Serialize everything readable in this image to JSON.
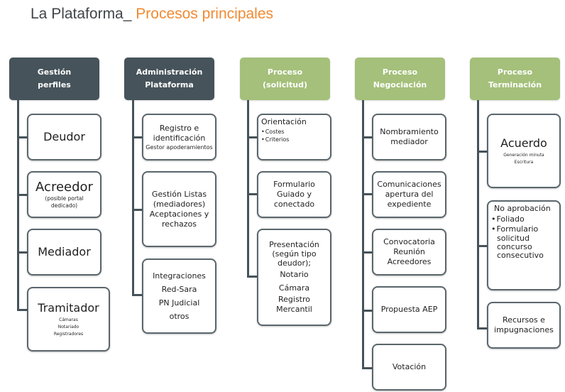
{
  "title": {
    "prefix": "La Plataforma_ ",
    "accent": "Procesos principales",
    "accent_color": "#f08a32"
  },
  "colors": {
    "dark_header": "#46535a",
    "green_header": "#a4c07a",
    "card_border": "#5a666c"
  },
  "columns": [
    {
      "header": [
        "Gestión",
        "perfiles"
      ],
      "items": [
        {
          "title": "Deudor"
        },
        {
          "title": "Acreedor",
          "sub": [
            "(posible portal",
            "dedicado)"
          ]
        },
        {
          "title": "Mediador"
        },
        {
          "title": "Tramitador",
          "sub": [
            "Cámaras",
            "Notariado",
            "Registradores"
          ]
        }
      ]
    },
    {
      "header": [
        "Administración",
        "Plataforma"
      ],
      "items": [
        {
          "lines": [
            "Registro e",
            "identificación"
          ],
          "sub": "Gestor apoderamientos"
        },
        {
          "lines": [
            "Gestión Listas",
            "(mediadores)",
            "Aceptaciones y",
            "rechazos"
          ]
        },
        {
          "lines": [
            "Integraciones",
            "Red-Sara",
            "PN Judicial",
            "otros"
          ]
        }
      ]
    },
    {
      "header": [
        "Proceso (solicitud)"
      ],
      "items": [
        {
          "title": "Orientación",
          "bullets": [
            "Costes",
            "Criterios"
          ]
        },
        {
          "lines": [
            "Formulario",
            "Guiado y",
            "conectado"
          ]
        },
        {
          "lines": [
            "Presentación",
            "(según tipo",
            "deudor);",
            "Notario",
            "Cámara",
            "Registro",
            "Mercantil"
          ]
        }
      ]
    },
    {
      "header": [
        "Proceso Negociación"
      ],
      "items": [
        {
          "lines": [
            "Nombramiento",
            "mediador"
          ]
        },
        {
          "lines": [
            "Comunicaciones",
            "apertura del",
            "expediente"
          ]
        },
        {
          "lines": [
            "Convocatoria",
            "Reunión",
            "Acreedores"
          ]
        },
        {
          "lines": [
            "Propuesta AEP"
          ]
        },
        {
          "lines": [
            "Votación"
          ]
        }
      ]
    },
    {
      "header": [
        "Proceso",
        "Terminación"
      ],
      "items": [
        {
          "title": "Acuerdo",
          "sub": [
            "Generación minuta",
            "Escritura"
          ]
        },
        {
          "title": "No aprobación",
          "bullets": [
            "Foliado",
            "Formulario"
          ],
          "continuation": [
            "solicitud",
            "concurso",
            "consecutivo"
          ]
        },
        {
          "lines": [
            "Recursos e",
            "impugnaciones"
          ]
        }
      ]
    }
  ]
}
